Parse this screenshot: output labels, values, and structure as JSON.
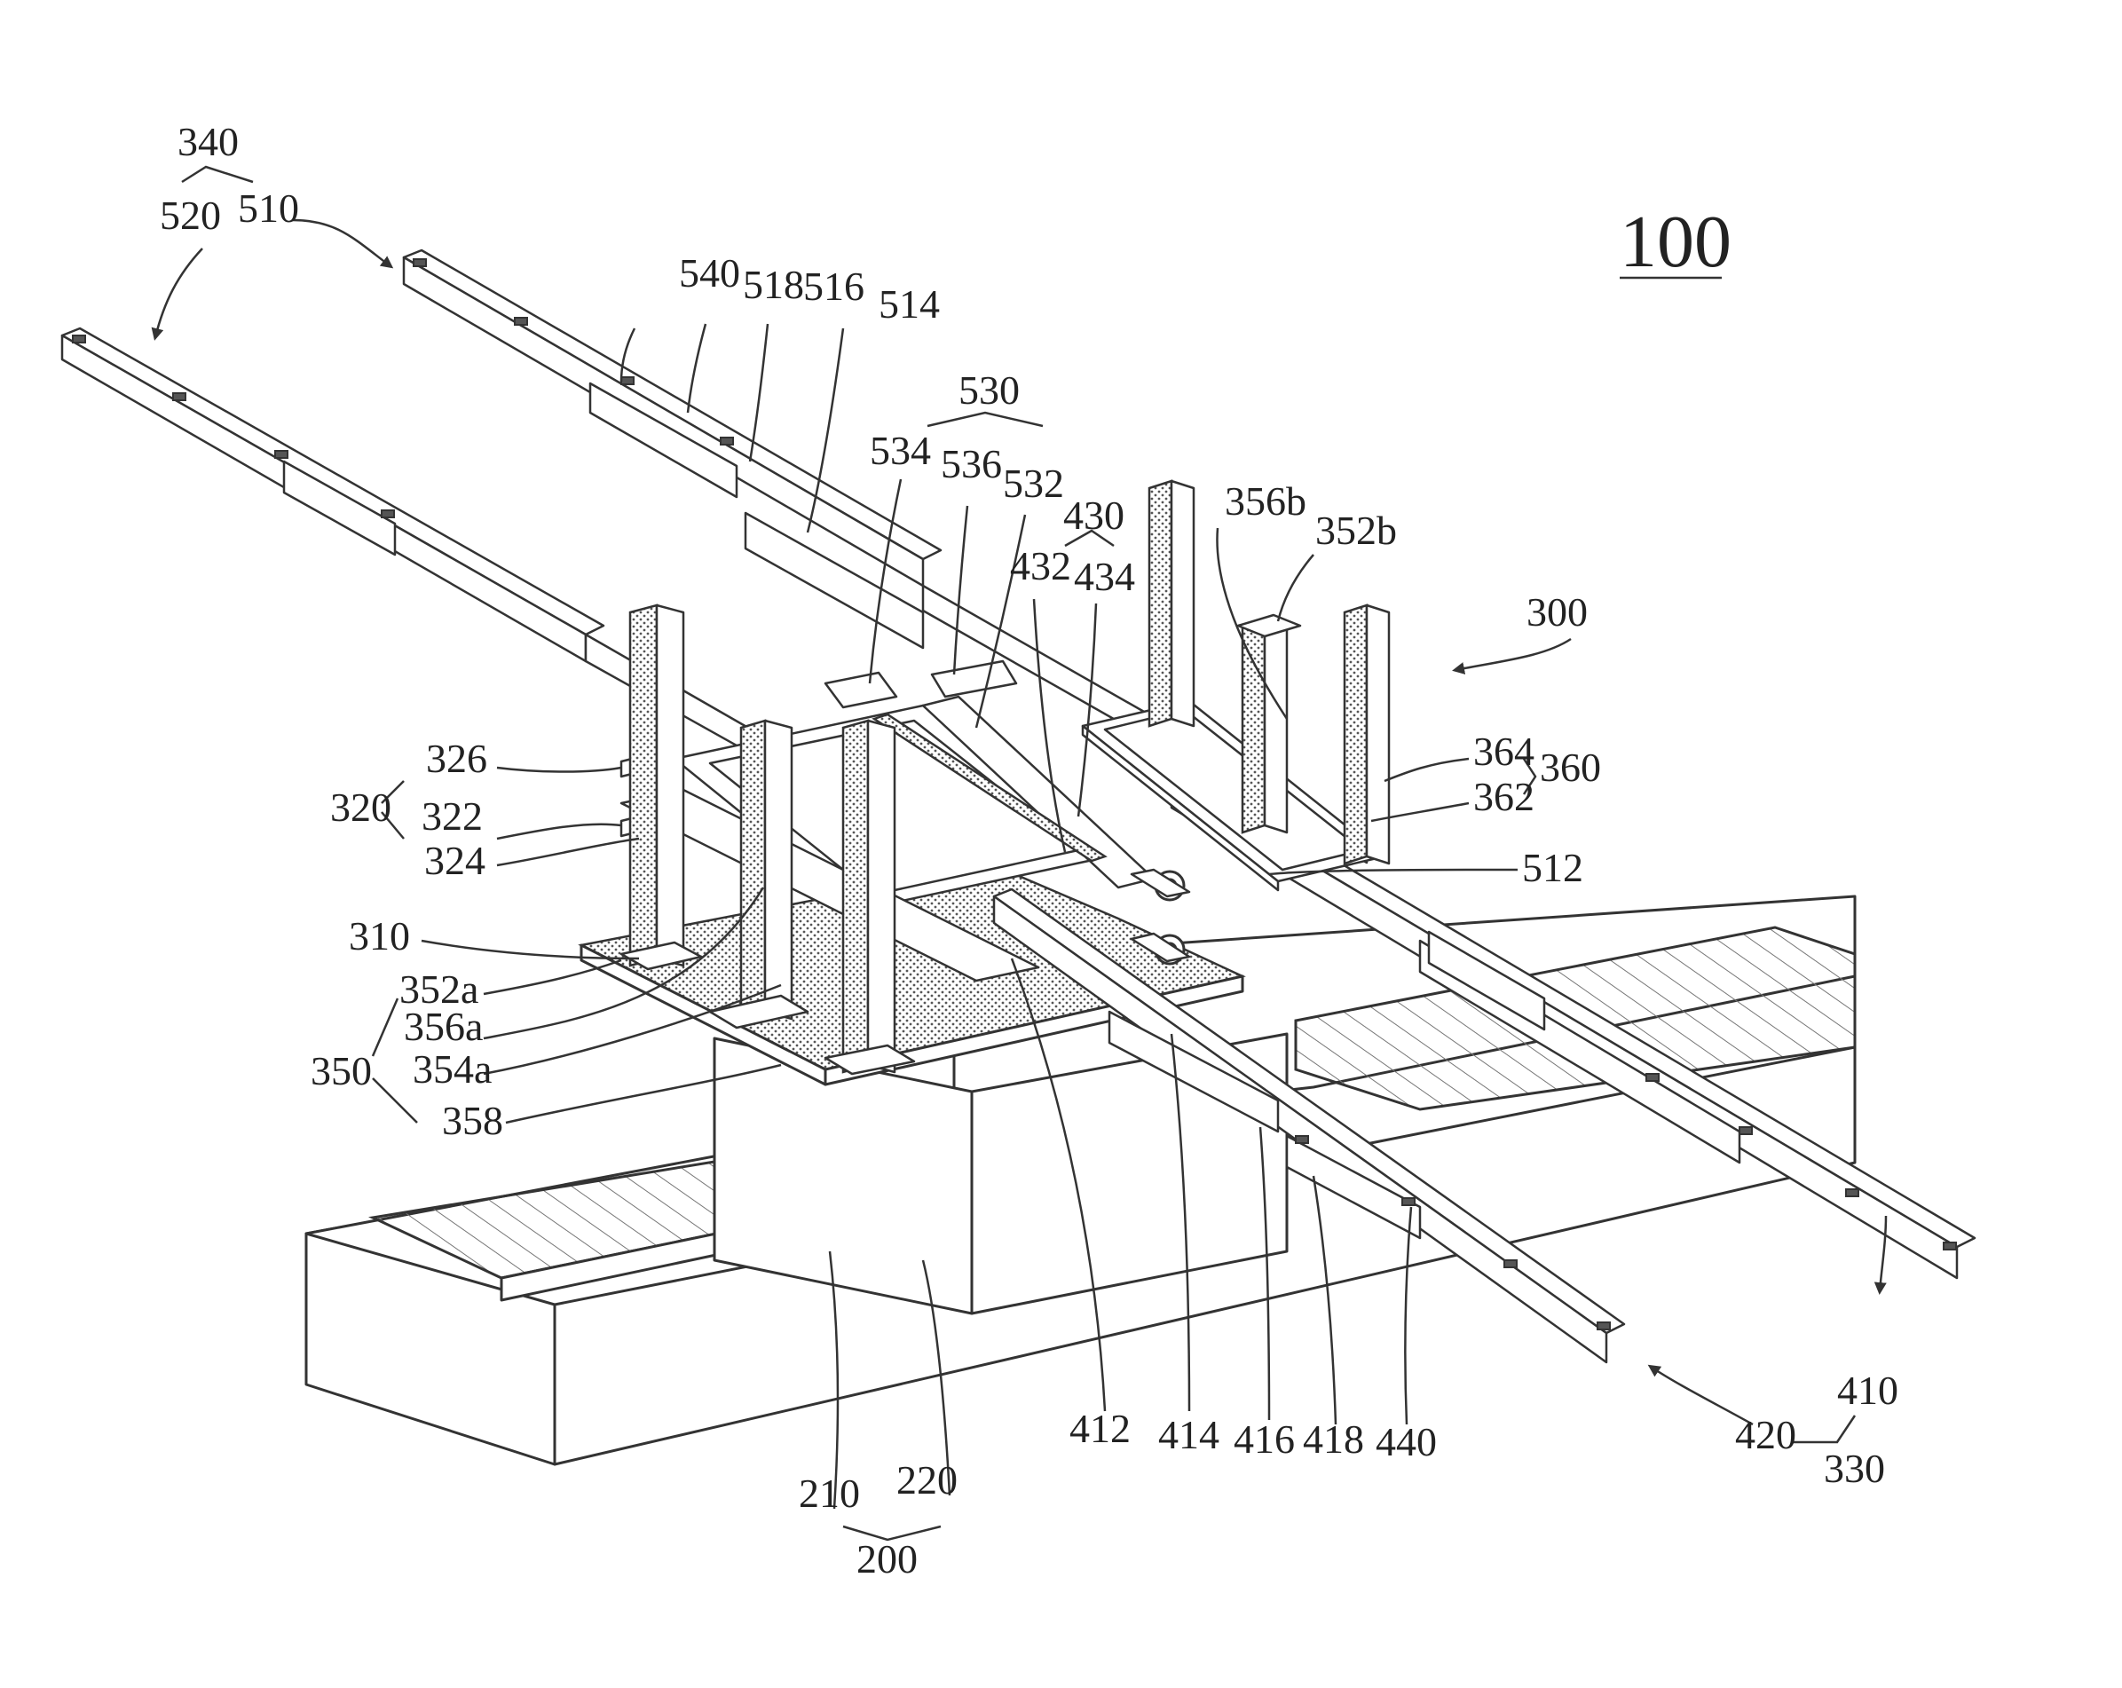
{
  "figure": {
    "number": "100",
    "labels": [
      {
        "id": "340",
        "text": "340"
      },
      {
        "id": "520",
        "text": "520"
      },
      {
        "id": "510",
        "text": "510"
      },
      {
        "id": "540",
        "text": "540"
      },
      {
        "id": "518",
        "text": "518"
      },
      {
        "id": "516",
        "text": "516"
      },
      {
        "id": "514",
        "text": "514"
      },
      {
        "id": "530",
        "text": "530"
      },
      {
        "id": "534",
        "text": "534"
      },
      {
        "id": "536",
        "text": "536"
      },
      {
        "id": "532",
        "text": "532"
      },
      {
        "id": "430",
        "text": "430"
      },
      {
        "id": "432",
        "text": "432"
      },
      {
        "id": "434",
        "text": "434"
      },
      {
        "id": "356b",
        "text": "356b"
      },
      {
        "id": "352b",
        "text": "352b"
      },
      {
        "id": "300",
        "text": "300"
      },
      {
        "id": "364",
        "text": "364"
      },
      {
        "id": "362",
        "text": "362"
      },
      {
        "id": "360",
        "text": "360"
      },
      {
        "id": "512",
        "text": "512"
      },
      {
        "id": "326",
        "text": "326"
      },
      {
        "id": "320",
        "text": "320"
      },
      {
        "id": "322",
        "text": "322"
      },
      {
        "id": "324",
        "text": "324"
      },
      {
        "id": "310",
        "text": "310"
      },
      {
        "id": "352a",
        "text": "352a"
      },
      {
        "id": "356a",
        "text": "356a"
      },
      {
        "id": "350",
        "text": "350"
      },
      {
        "id": "354a",
        "text": "354a"
      },
      {
        "id": "358",
        "text": "358"
      },
      {
        "id": "412",
        "text": "412"
      },
      {
        "id": "414",
        "text": "414"
      },
      {
        "id": "416",
        "text": "416"
      },
      {
        "id": "418",
        "text": "418"
      },
      {
        "id": "440",
        "text": "440"
      },
      {
        "id": "420",
        "text": "420"
      },
      {
        "id": "410",
        "text": "410"
      },
      {
        "id": "330",
        "text": "330"
      },
      {
        "id": "210",
        "text": "210"
      },
      {
        "id": "220",
        "text": "220"
      },
      {
        "id": "200",
        "text": "200"
      }
    ]
  }
}
